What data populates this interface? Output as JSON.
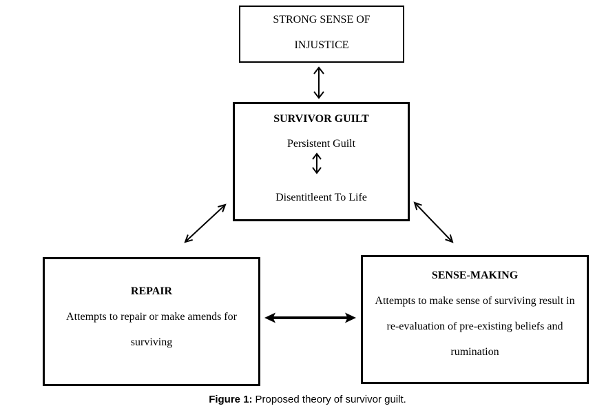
{
  "figure": {
    "boxes": {
      "injustice": {
        "line1": "STRONG SENSE OF",
        "line2": "INJUSTICE"
      },
      "survivor_guilt": {
        "title": "SURVIVOR GUILT",
        "item1": "Persistent Guilt",
        "item2": "Disentitleent To Life"
      },
      "repair": {
        "title": "REPAIR",
        "line1": "Attempts to repair or make amends for",
        "line2": "surviving"
      },
      "sense_making": {
        "title": "SENSE-MAKING",
        "line1": "Attempts to make sense of surviving result in",
        "line2": "re-evaluation of pre-existing beliefs and",
        "line3": "rumination"
      }
    },
    "arrows": [
      {
        "name": "injustice-guilt-arrow",
        "type": "double-headed-vertical"
      },
      {
        "name": "persistent-disentitlement-arrow",
        "type": "double-headed-vertical"
      },
      {
        "name": "guilt-repair-arrow",
        "type": "double-headed-diagonal"
      },
      {
        "name": "guilt-sensemaking-arrow",
        "type": "double-headed-diagonal"
      },
      {
        "name": "repair-sensemaking-arrow",
        "type": "double-headed-horizontal"
      }
    ],
    "caption": {
      "label": "Figure 1:",
      "text": "Proposed theory of survivor guilt."
    },
    "colors": {
      "line": "#000000",
      "background": "#ffffff",
      "text": "#000000"
    }
  }
}
